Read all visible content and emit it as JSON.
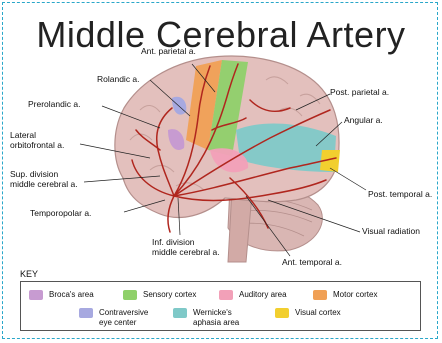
{
  "title": "Middle Cerebral Artery",
  "labels": {
    "ant_parietal": "Ant. parietal a.",
    "rolandic": "Rolandic a.",
    "prerolandic": "Prerolandic a.",
    "lateral_orbitofrontal": "Lateral\norbitofrontal a.",
    "sup_division": "Sup. division\nmiddle cerebral a.",
    "temporopolar": "Temporopolar a.",
    "inf_division": "Inf. division\nmiddle cerebral a.",
    "post_parietal": "Post. parietal a.",
    "angular": "Angular a.",
    "post_temporal": "Post. temporal a.",
    "visual_radiation": "Visual radiation",
    "ant_temporal": "Ant. temporal a."
  },
  "key": {
    "title": "KEY",
    "items": [
      {
        "label": "Broca's area",
        "color": "#c79bd1"
      },
      {
        "label": "Sensory cortex",
        "color": "#8fd06a"
      },
      {
        "label": "Auditory area",
        "color": "#f2a0b8"
      },
      {
        "label": "Motor cortex",
        "color": "#f0a055"
      },
      {
        "label": "Contraversive\neye center",
        "color": "#a7a9e0"
      },
      {
        "label": "Wernicke's\naphasia area",
        "color": "#7fc9c8"
      },
      {
        "label": "Visual cortex",
        "color": "#f2cf2f"
      }
    ]
  }
}
